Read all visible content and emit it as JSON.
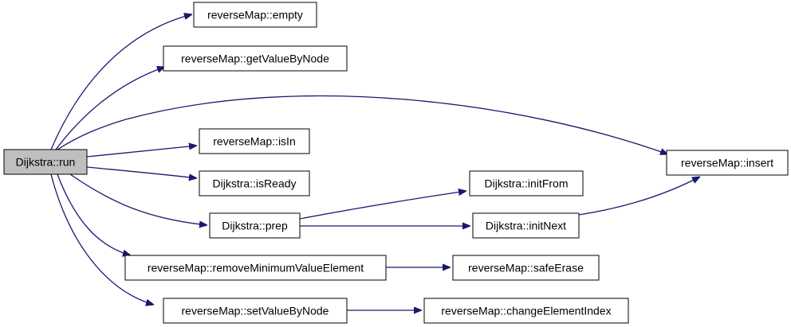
{
  "graph": {
    "edge_color": "#191970",
    "root_fill": "#bfbfbf",
    "nodes": {
      "dijkstra_run": "Dijkstra::run",
      "rm_empty": "reverseMap::empty",
      "rm_getValueByNode": "reverseMap::getValueByNode",
      "rm_insert": "reverseMap::insert",
      "rm_isIn": "reverseMap::isIn",
      "dijkstra_isReady": "Dijkstra::isReady",
      "dijkstra_prep": "Dijkstra::prep",
      "dijkstra_initFrom": "Dijkstra::initFrom",
      "dijkstra_initNext": "Dijkstra::initNext",
      "rm_removeMinimumValueElement": "reverseMap::removeMinimumValueElement",
      "rm_safeErase": "reverseMap::safeErase",
      "rm_setValueByNode": "reverseMap::setValueByNode",
      "rm_changeElementIndex": "reverseMap::changeElementIndex"
    },
    "edges": [
      {
        "from": "dijkstra_run",
        "to": "rm_empty"
      },
      {
        "from": "dijkstra_run",
        "to": "rm_getValueByNode"
      },
      {
        "from": "dijkstra_run",
        "to": "rm_insert"
      },
      {
        "from": "dijkstra_run",
        "to": "rm_isIn"
      },
      {
        "from": "dijkstra_run",
        "to": "dijkstra_isReady"
      },
      {
        "from": "dijkstra_run",
        "to": "dijkstra_prep"
      },
      {
        "from": "dijkstra_run",
        "to": "rm_removeMinimumValueElement"
      },
      {
        "from": "dijkstra_run",
        "to": "rm_setValueByNode"
      },
      {
        "from": "dijkstra_prep",
        "to": "dijkstra_initFrom"
      },
      {
        "from": "dijkstra_prep",
        "to": "dijkstra_initNext"
      },
      {
        "from": "dijkstra_initNext",
        "to": "rm_insert"
      },
      {
        "from": "rm_removeMinimumValueElement",
        "to": "rm_safeErase"
      },
      {
        "from": "rm_setValueByNode",
        "to": "rm_changeElementIndex"
      }
    ]
  }
}
